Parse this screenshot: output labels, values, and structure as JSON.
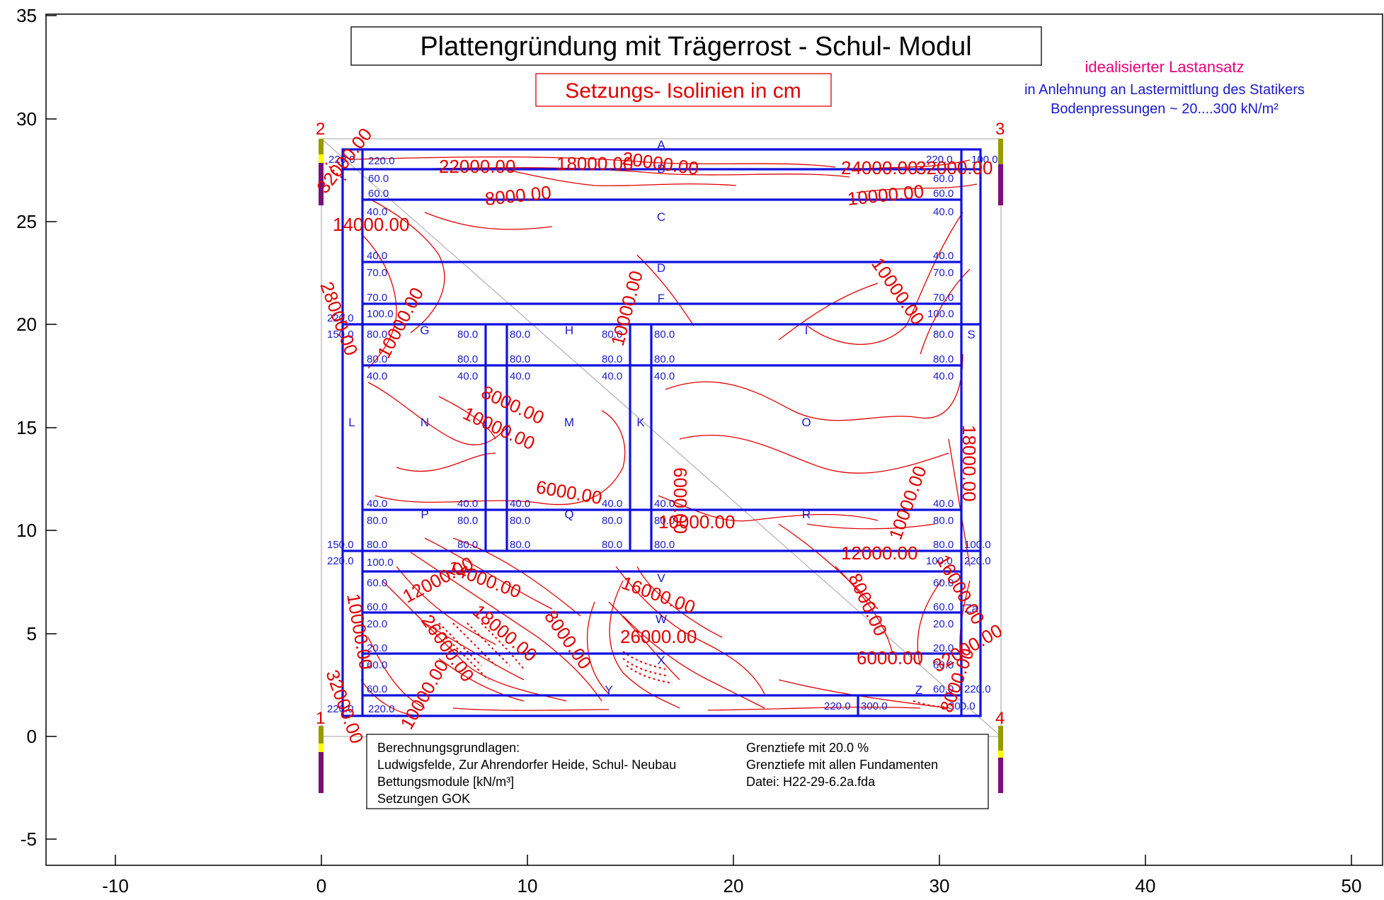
{
  "title": "Plattengründung mit Trägerrost - Schul- Modul",
  "subtitle": "Setzungs- Isolinien in cm",
  "legend": {
    "line1": "idealisierter Lastansatz",
    "line2": "in Anlehnung an Lastermittlung des Statikers",
    "line3": "Bodenpressungen ~ 20....300 kN/m²",
    "colors": {
      "line1": "#e8007a",
      "line2": "#1a1acc",
      "line3": "#1a1acc"
    }
  },
  "axes": {
    "x_ticks": [
      "-10",
      "0",
      "10",
      "20",
      "30",
      "40",
      "50"
    ],
    "y_ticks": [
      "35",
      "30",
      "25",
      "20",
      "15",
      "10",
      "5",
      "0",
      "-5"
    ]
  },
  "corners": [
    "1",
    "2",
    "3",
    "4"
  ],
  "info_box": {
    "left": [
      "Berechnungsgrundlagen:",
      "Ludwigsfelde, Zur Ahrendorfer Heide, Schul- Neubau",
      "Bettungsmodule [kN/m³]",
      "Setzungen GOK"
    ],
    "right": [
      "Grenztiefe mit 20.0 %",
      "Grenztiefe mit allen Fundamenten",
      "Datei: H22-29-6.2a.fda"
    ]
  },
  "field_labels": [
    "A",
    "B",
    "C",
    "D",
    "F",
    "G",
    "H",
    "I",
    "S",
    "L",
    "N",
    "M",
    "K",
    "O",
    "P",
    "Q",
    "R",
    "V",
    "W",
    "X",
    "Y",
    "Z",
    "Za"
  ],
  "beam_values": [
    "220.0",
    "100.0",
    "60.0",
    "40.0",
    "70.0",
    "150.0",
    "80.0",
    "20.0",
    "300.0"
  ],
  "isolines": [
    "22000.00",
    "18000.00",
    "20000.00",
    "24000.00",
    "32000.00",
    "8000.00",
    "10000.00",
    "14000.00",
    "28000.00",
    "6000.00",
    "12000.00",
    "16000.00",
    "26000.00"
  ],
  "colors": {
    "beams": "#1010e0",
    "isolines": "#e00000",
    "text_blue": "#1a1acc"
  }
}
